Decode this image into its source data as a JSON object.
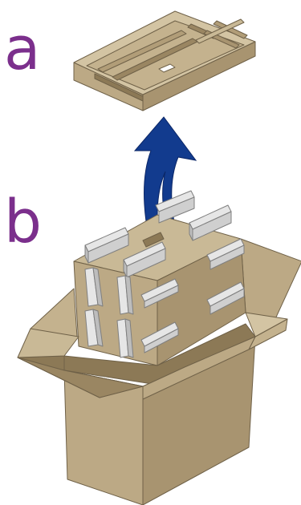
{
  "labels": {
    "step_a": "a",
    "step_b": "b"
  },
  "colors": {
    "label": "#7b2f8c",
    "arrow": "#123b8e",
    "cardboard_light": "#d3c4a3",
    "cardboard_mid": "#bca985",
    "cardboard_dark": "#9a8662",
    "cardboard_inner": "#8c7956",
    "foam": "#d9d9d9",
    "foam_dark": "#a9a9a9",
    "outline": "#6f6148"
  },
  "icons": {
    "tray": "cardboard-tray",
    "arrow": "lift-arrow-icon",
    "box": "shipping-box"
  }
}
